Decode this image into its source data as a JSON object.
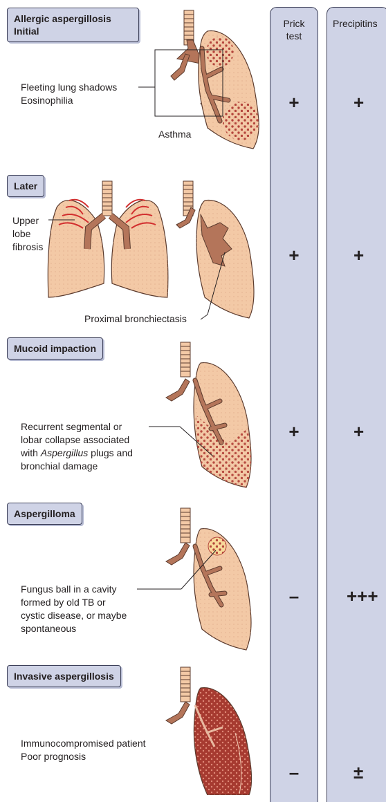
{
  "columns": {
    "prick_header": "Prick\ntest",
    "precipitins_header": "Precipitins"
  },
  "sections": [
    {
      "title": "Allergic aspergillosis\nInitial",
      "description": "Fleeting lung shadows\nEosinophilia",
      "extra_label": "Asthma",
      "prick": "+",
      "precipitins": "+"
    },
    {
      "title": "Later",
      "description": "Upper\nlobe\nfibrosis",
      "extra_label": "Proximal bronchiectasis",
      "prick": "+",
      "precipitins": "+"
    },
    {
      "title": "Mucoid impaction",
      "description_parts": [
        "Recurrent segmental or\nlobar collapse associated\nwith ",
        "Aspergillus",
        " plugs and\nbronchial damage"
      ],
      "prick": "+",
      "precipitins": "+"
    },
    {
      "title": "Aspergilloma",
      "description": "Fungus ball in a cavity\nformed by old TB or\ncystic disease, or maybe\nspontaneous",
      "prick": "–",
      "precipitins": "+++"
    },
    {
      "title": "Invasive aspergillosis",
      "description": "Immunocompromised patient\nPoor prognosis",
      "prick": "–",
      "precipitins": "±"
    }
  ],
  "colors": {
    "panel": "#cfd3e6",
    "lung_fill": "#f3c9a6",
    "airway_fill": "#b4755a",
    "dots": "#b4453c",
    "fibrosis_lines": "#d22f2f"
  }
}
